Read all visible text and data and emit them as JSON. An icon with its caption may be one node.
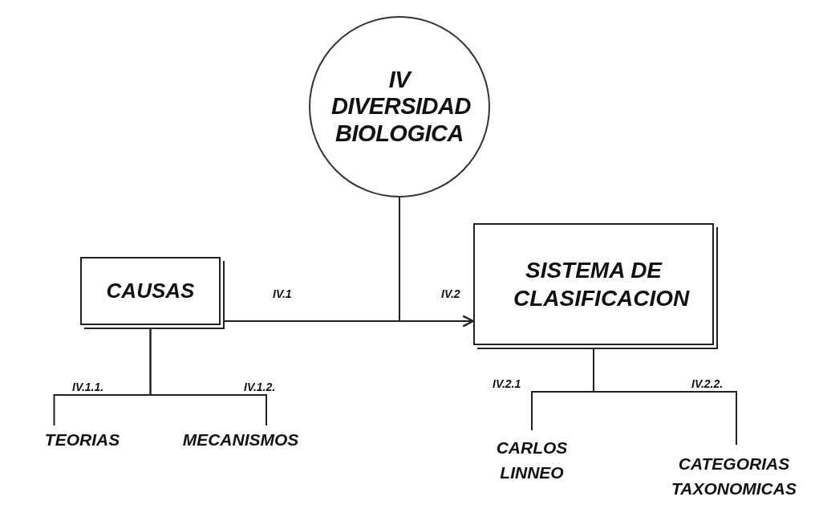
{
  "diagram": {
    "nodes": [
      {
        "text": [
          "IV DIVERSIDAD BIOLOGICA"
        ]
      },
      {
        "text": [
          "CAUSAS"
        ]
      },
      {
        "text": [
          "SISTEMA DE CLASIFICACION"
        ]
      },
      {
        "text": [
          "TEORIAS"
        ]
      },
      {
        "text": [
          "MECANISMOS"
        ]
      },
      {
        "text": [
          "CARLOS LINNEO"
        ]
      },
      {
        "text": [
          "CATEGORIAS TAXONOMICAS"
        ]
      }
    ],
    "edges": [
      {
        "from": 0,
        "to": 1,
        "label": "IV.1",
        "arrow": "none"
      },
      {
        "from": 0,
        "to": 2,
        "label": "IV.2",
        "arrow": "to"
      },
      {
        "from": 1,
        "to": 3,
        "label": "IV.1.1.",
        "arrow": "none"
      },
      {
        "from": 1,
        "to": 4,
        "label": "IV.1.2.",
        "arrow": "none"
      },
      {
        "from": 2,
        "to": 5,
        "label": "IV.2.1",
        "arrow": "none"
      },
      {
        "from": 2,
        "to": 6,
        "label": "IV.2.2.",
        "arrow": "none"
      }
    ]
  }
}
